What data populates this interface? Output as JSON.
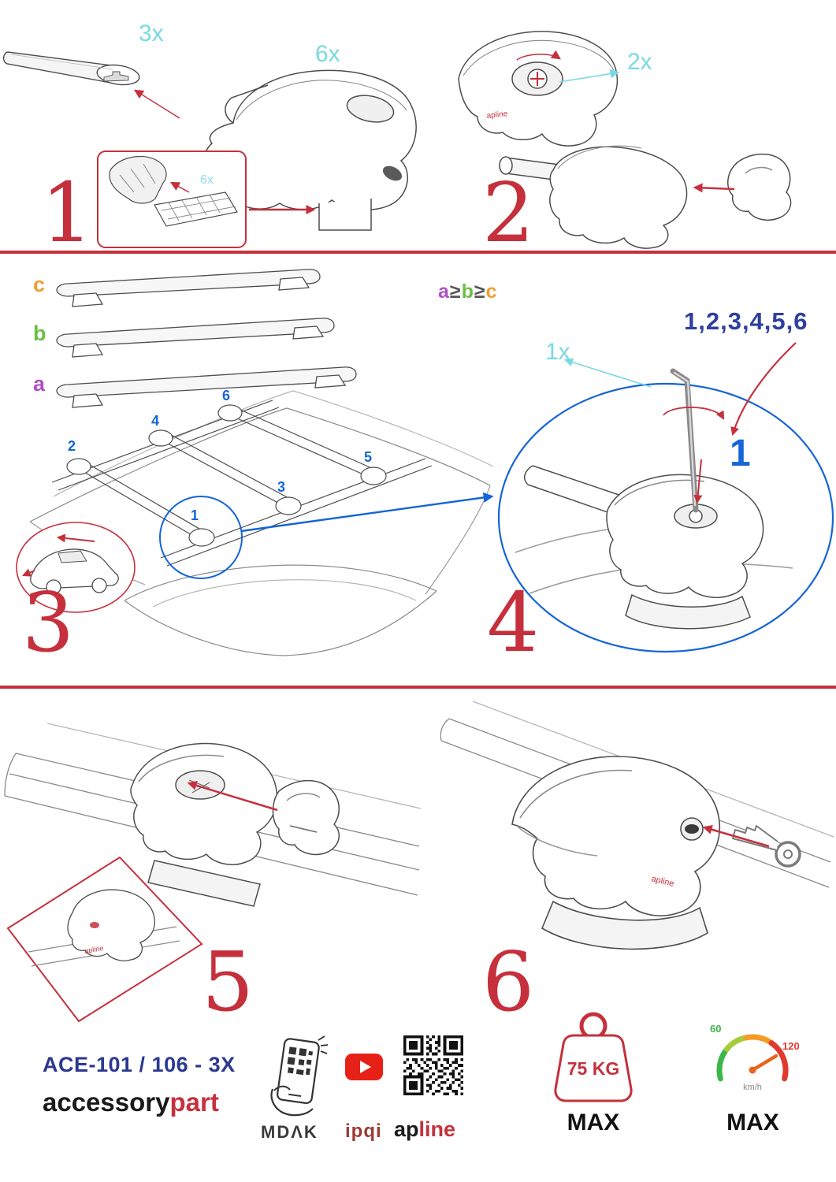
{
  "colors": {
    "red": "#c5303c",
    "cyan": "#79d9e2",
    "blue": "#1565d8",
    "navy": "#2b3990",
    "orange": "#f09e2e",
    "green": "#6cbf45",
    "purple": "#b04fc4"
  },
  "part_brand": "apline",
  "steps": {
    "s1": {
      "num": "1",
      "bar_qty": "3x",
      "foot_qty": "6x",
      "pad_qty": "6x"
    },
    "s2": {
      "num": "2",
      "lock_qty": "2x"
    },
    "s3": {
      "num": "3",
      "bar_labels": {
        "c": "c",
        "b": "b",
        "a": "a"
      },
      "rule": {
        "a": "a",
        "ge1": "≥",
        "b": "b",
        "ge2": "≥",
        "c": "c"
      },
      "positions": {
        "p1": "1",
        "p2": "2",
        "p3": "3",
        "p4": "4",
        "p5": "5",
        "p6": "6"
      }
    },
    "s4": {
      "num": "4",
      "sequence": "1,2,3,4,5,6",
      "tool_qty": "1x",
      "first_position": "1"
    },
    "s5": {
      "num": "5"
    },
    "s6": {
      "num": "6"
    }
  },
  "footer": {
    "model": "ACE-101 / 106 - 3X",
    "brand_black": "accessory",
    "brand_red": "part",
    "mdak": "MDΛK",
    "ipqi": "ipqi",
    "apline_black": "ap",
    "apline_red": "line",
    "weight": "75 KG",
    "weight_max": "MAX",
    "speed_low": "60",
    "speed_high": "120",
    "speed_unit": "km/h",
    "speed_max": "MAX"
  }
}
